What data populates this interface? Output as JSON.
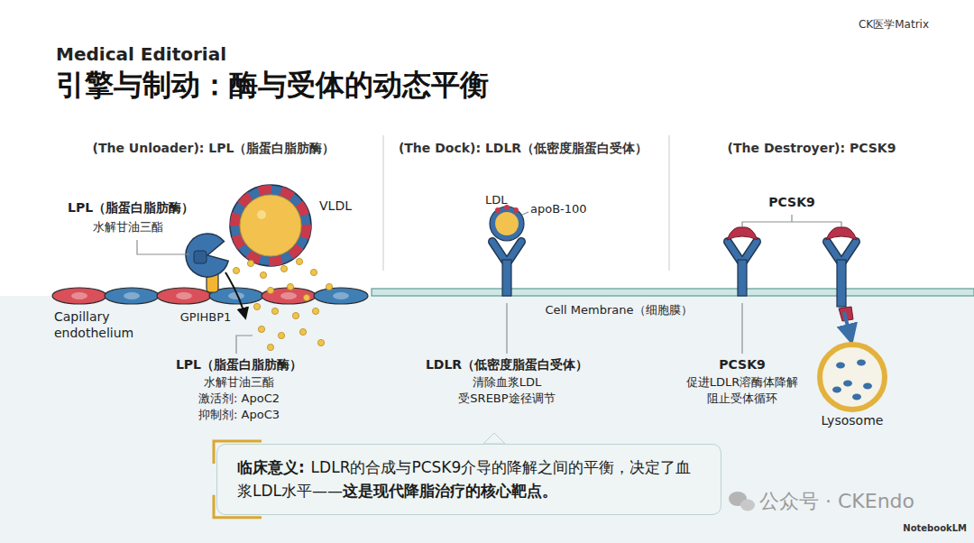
{
  "diagram": {
    "title": "引擎与制动：酶与受体的动态平衡",
    "nodes": [
      {
        "text": [
          "临床意义:",
          "LDLR的合成与PCSK9介导的降解之间的平衡，决定了血浆LDL水平——",
          "这是现代降脂治疗的核心靶点。"
        ]
      }
    ],
    "labels": [
      "CK医学Matrix",
      "Medical Editorial",
      "(The Unloader): LPL（脂蛋白脂肪酶）",
      "(The Dock): LDLR（低密度脂蛋白受体）",
      "(The Destroyer): PCSK9",
      "LPL（脂蛋白脂肪酶）",
      "水解甘油三酯",
      "VLDL",
      "GPIHBP1",
      "Capillary endothelium",
      "LDL",
      "apoB-100",
      "PCSK9",
      "Cell Membrane（细胞膜）",
      "LPL（脂蛋白脂肪酶）",
      "水解甘油三酯",
      "激活剂: ApoC2",
      "抑制剂: ApoC3",
      "LDLR（低密度脂蛋白受体）",
      "清除血浆LDL",
      "受SREBP途径调节",
      "PCSK9",
      "促进LDLR溶酶体降解",
      "阻止受体循环",
      "Lysosome",
      "公众号 · CKEndo",
      "NotebookLM"
    ]
  }
}
